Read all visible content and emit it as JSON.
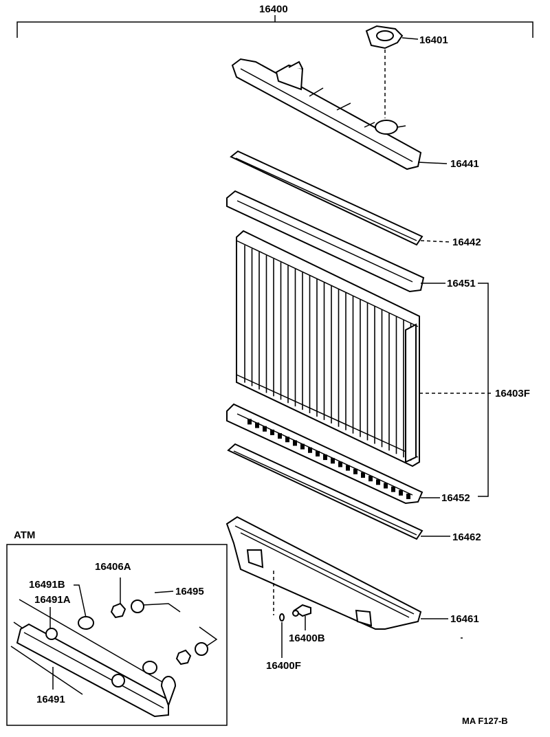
{
  "diagram": {
    "title_part": "16400",
    "parts": {
      "cap": "16401",
      "upper_tank": "16441",
      "upper_gasket": "16442",
      "upper_plate": "16451",
      "core": "16403F",
      "lower_plate": "16452",
      "lower_gasket": "16462",
      "lower_tank": "16461",
      "drain_cock": "16400B",
      "drain_oring": "16400F"
    },
    "atm": {
      "heading": "ATM",
      "nut": "16406A",
      "washer": "16491B",
      "gasket": "16491A",
      "hose_pipe": "16495",
      "cooler": "16491"
    },
    "footer_code": "MA  F127-B"
  }
}
